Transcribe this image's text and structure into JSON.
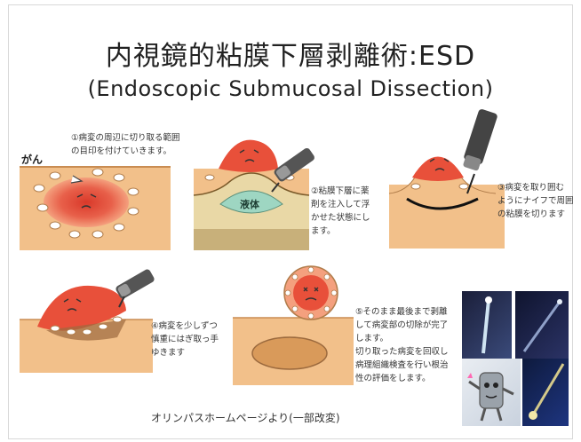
{
  "title": {
    "main": "内視鏡的粘膜下層剥離術:ESD",
    "sub": "(Endoscopic Submucosal Dissection)"
  },
  "steps": [
    {
      "caption": "①病変の周辺に切り取る範囲\nの目印を付けていきます。",
      "label": "がん"
    },
    {
      "caption": "②粘膜下層に薬\n剤を注入して浮\nかせた状態にし\nます。",
      "label": "液体"
    },
    {
      "caption": "③病変を取り囲む\nようにナイフで周囲\nの粘膜を切ります"
    },
    {
      "caption": "④病変を少しずつ\n慎重にはぎ取っ手\nゆきます"
    },
    {
      "caption": "⑤そのまま最後まで剥離\nして病変部の切除が完了\nします。\n切り取った病変を回収し\n病理組織検査を行い根治\n性の評価をします。"
    }
  ],
  "credit": "オリンパスホームページより(一部改変)",
  "colors": {
    "tissue": "#F2C08A",
    "tissue_dark": "#D9A36C",
    "lesion": "#E8503A",
    "lesion_light": "#F4A07E",
    "fluid": "#9ED6C2",
    "muscle": "#E9D8A6"
  }
}
